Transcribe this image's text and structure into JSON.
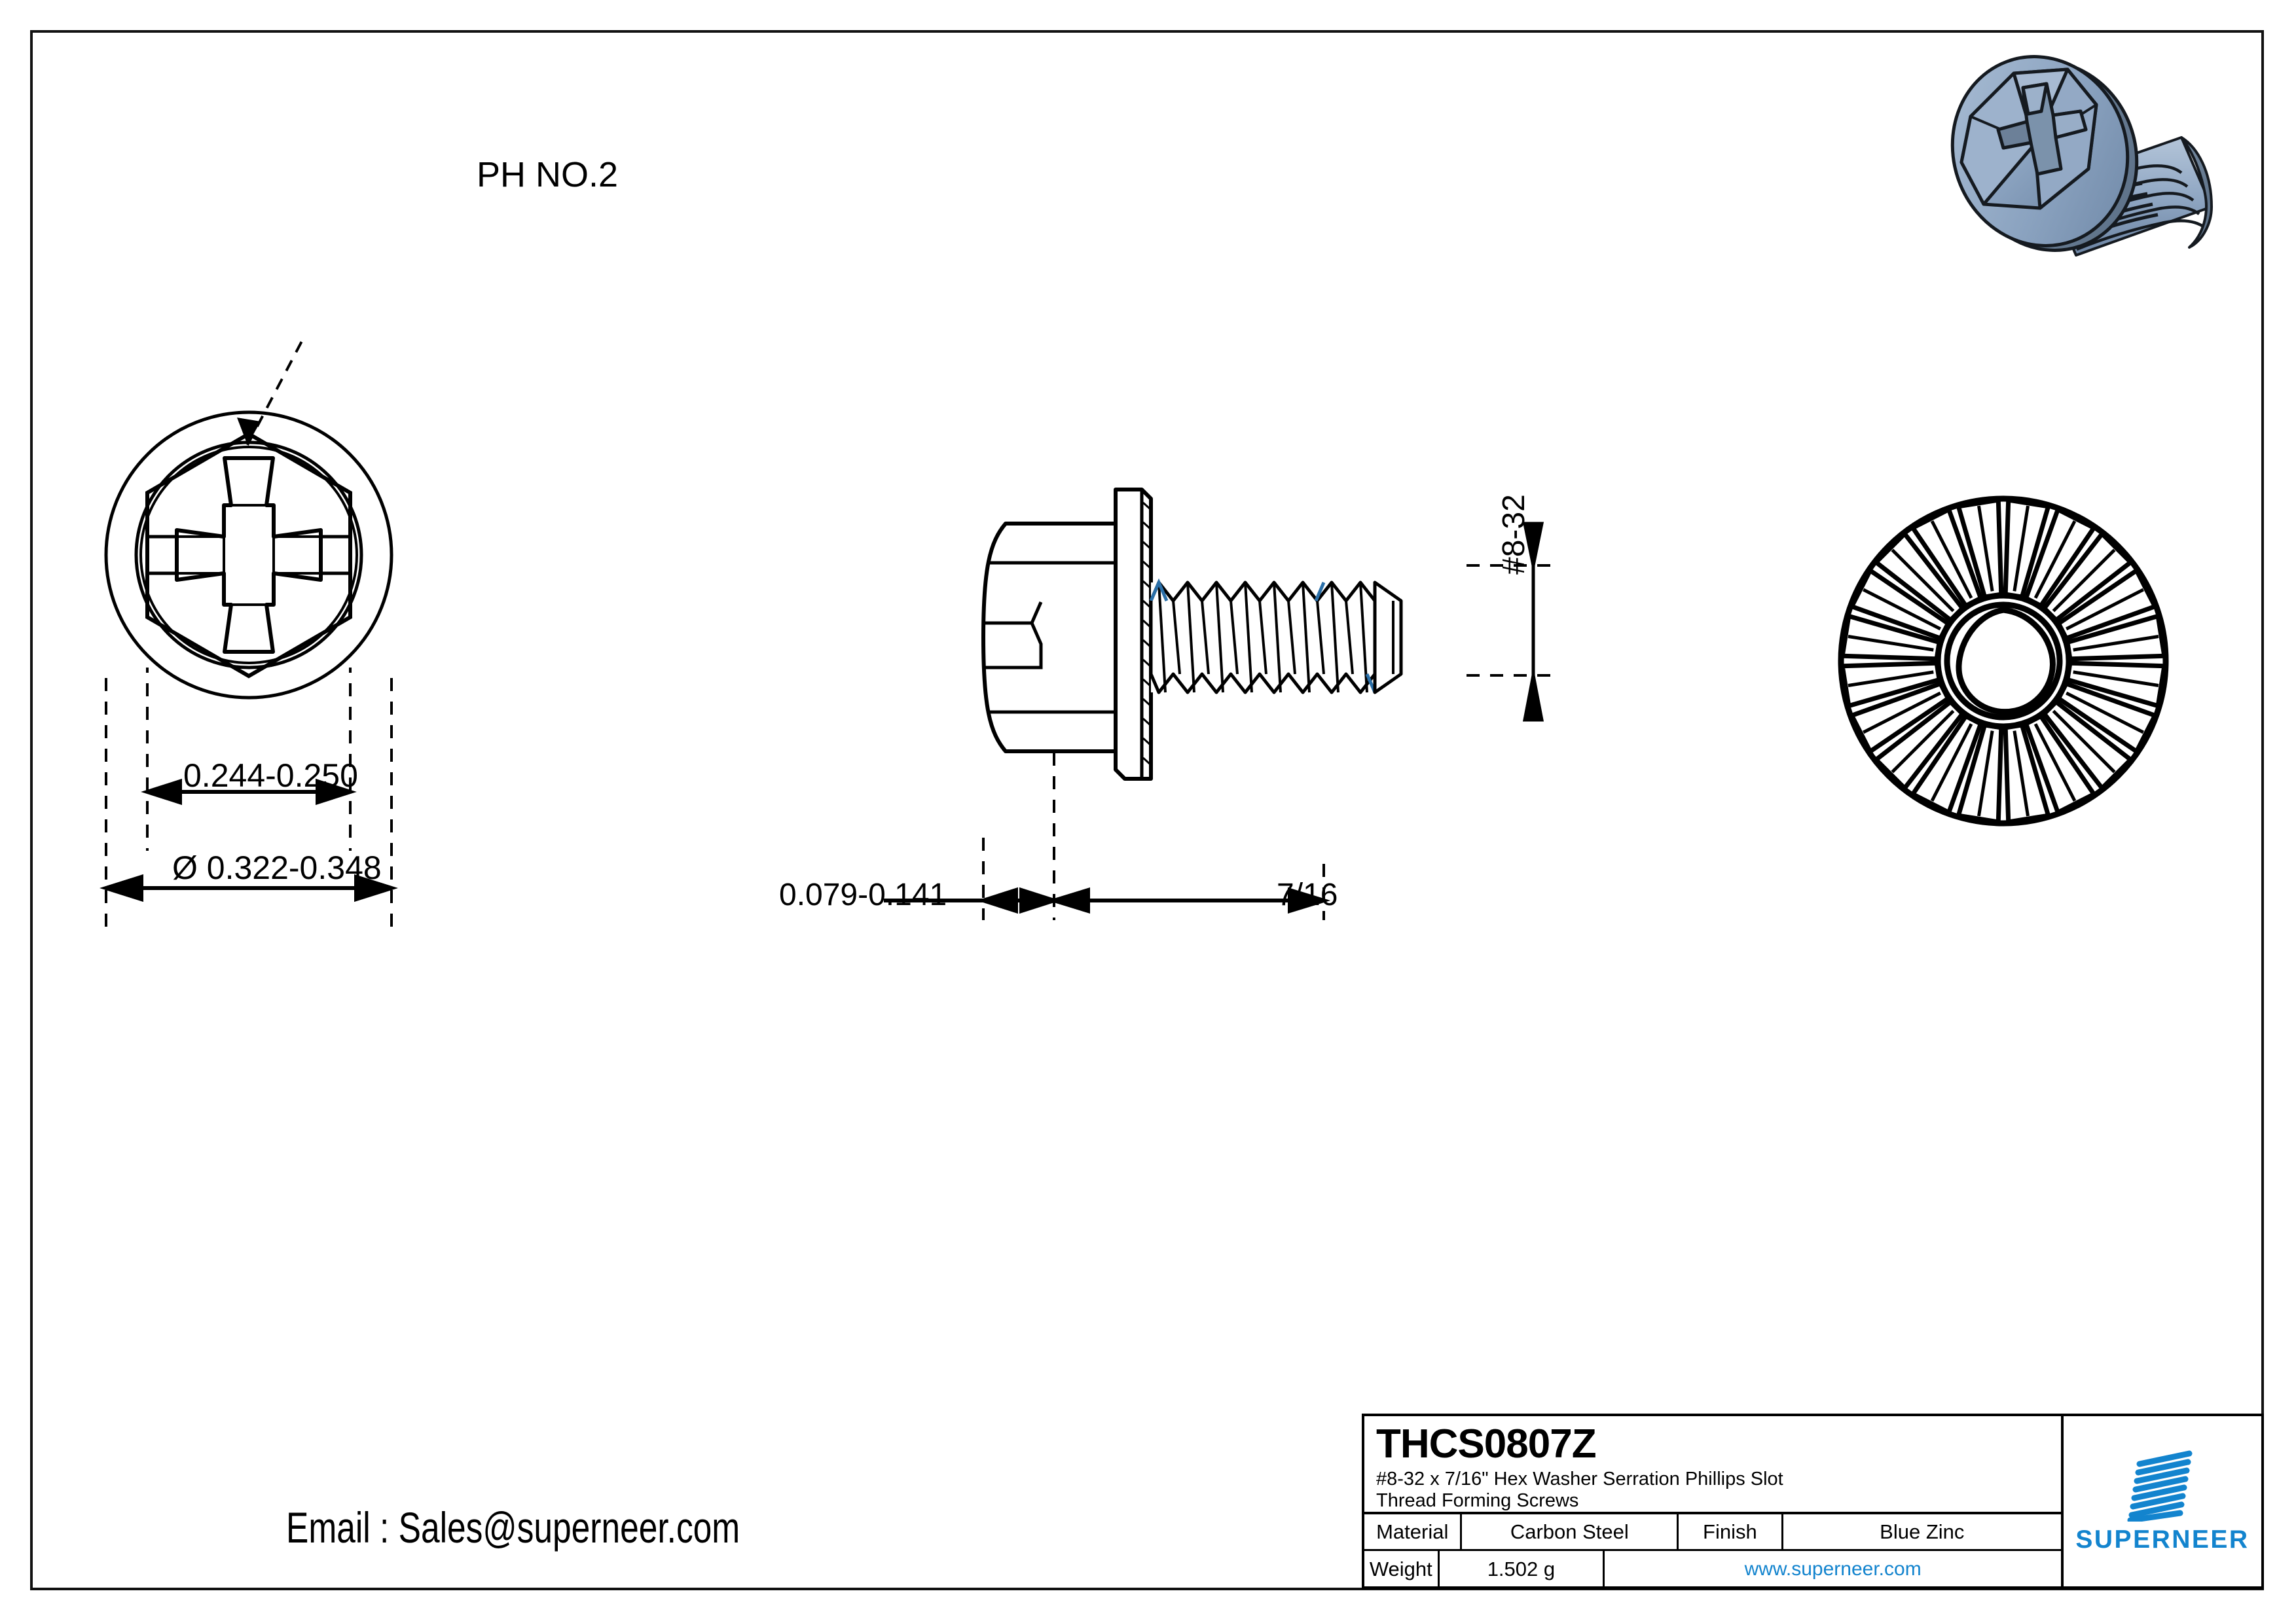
{
  "sheet": {
    "background": "#ffffff",
    "line_color": "#000000",
    "accent_color": "#1384ce",
    "render_color": "#8ba3c0"
  },
  "annotations": {
    "ph_callout": "PH NO.2",
    "across_flats": "0.244-0.250",
    "washer_diameter": "Ø 0.322-0.348",
    "head_height": "0.079-0.141",
    "shank_length": "7/16",
    "thread_size": "#8-32"
  },
  "email": {
    "label": "Email : Sales@superneer.com"
  },
  "title_block": {
    "part_code": "THCS0807Z",
    "description": "#8-32 x 7/16\" Hex Washer Serration Phillips Slot\nThread Forming Screws",
    "material_label": "Material",
    "material_value": "Carbon Steel",
    "finish_label": "Finish",
    "finish_value": "Blue Zinc",
    "weight_label": "Weight",
    "weight_value": "1.502 g",
    "website": "www.superneer.com"
  },
  "logo": {
    "wordmark": "SUPERNEER",
    "bar_count": 8,
    "color": "#1384ce"
  },
  "views": {
    "front": "hex-washer-head-phillips-front-view",
    "side": "screw-side-view-threaded-shank",
    "bottom": "serrated-washer-bottom-view",
    "render": "isometric-3d-screw-render"
  }
}
